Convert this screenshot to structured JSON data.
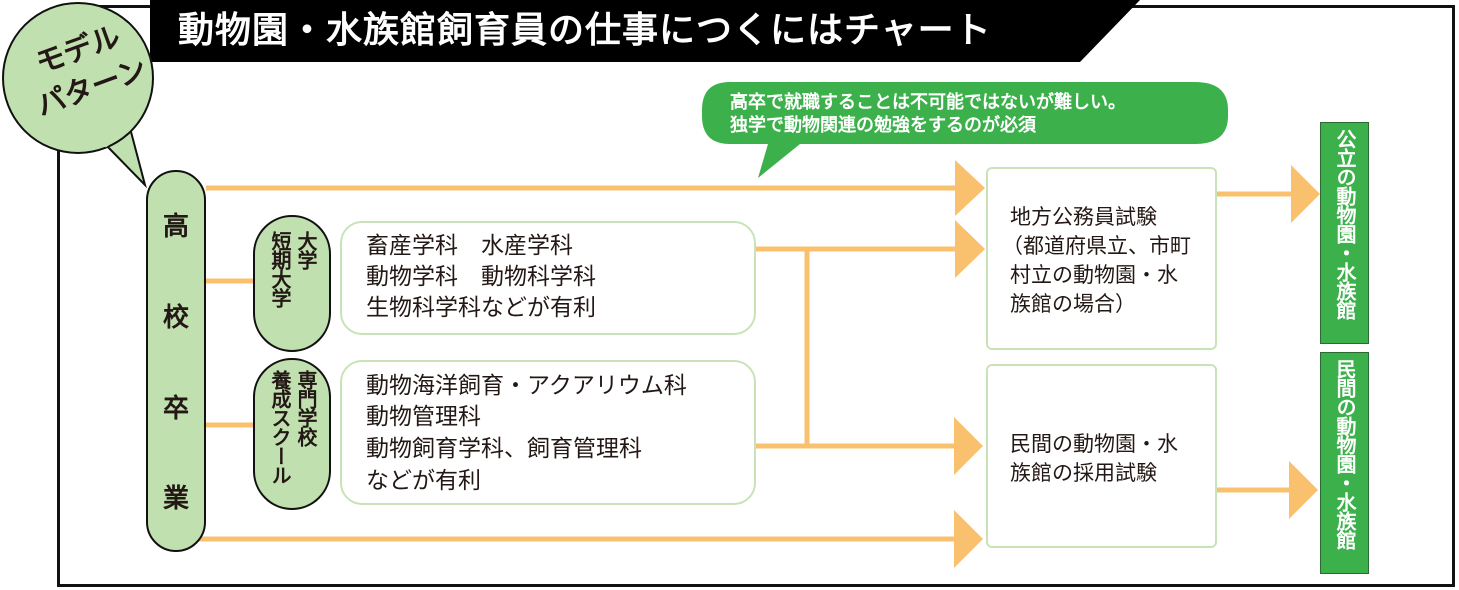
{
  "title": "動物園・水族館飼育員の仕事につくにはチャート",
  "badge": {
    "line1": "モデル",
    "line2": "パターン"
  },
  "callout": {
    "line1": "高卒で就職することは不可能ではないが難しい。",
    "line2": "独学で動物関連の勉強をするのが必須"
  },
  "start": {
    "label_chars": [
      "高",
      "校",
      "卒",
      "業"
    ]
  },
  "paths": {
    "university": {
      "label_col1": "大学",
      "label_col2": "短期大学",
      "departments": [
        "畜産学科　水産学科",
        "動物学科　動物科学科",
        "生物科学科などが有利"
      ]
    },
    "vocational": {
      "label_col1": "専門学校",
      "label_col2": "養成スクール",
      "departments": [
        "動物海洋飼育・アクアリウム科",
        "動物管理科",
        "動物飼育学科、飼育管理科",
        "などが有利"
      ]
    }
  },
  "exams": {
    "public": {
      "lines": [
        "地方公務員試験",
        "（都道府県立、市町",
        "村立の動物園・水",
        "族館の場合）"
      ]
    },
    "private": {
      "lines": [
        "民間の動物園・水",
        "族館の採用試験"
      ]
    }
  },
  "results": {
    "public": "公立の動物園・水族館",
    "private": "民間の動物園・水族館"
  },
  "colors": {
    "accent_green": "#3bb04b",
    "pill_green": "#c1e0b0",
    "box_border_green": "#c9e3b8",
    "arrow_orange": "#f9c06e",
    "title_bg": "#000000"
  }
}
